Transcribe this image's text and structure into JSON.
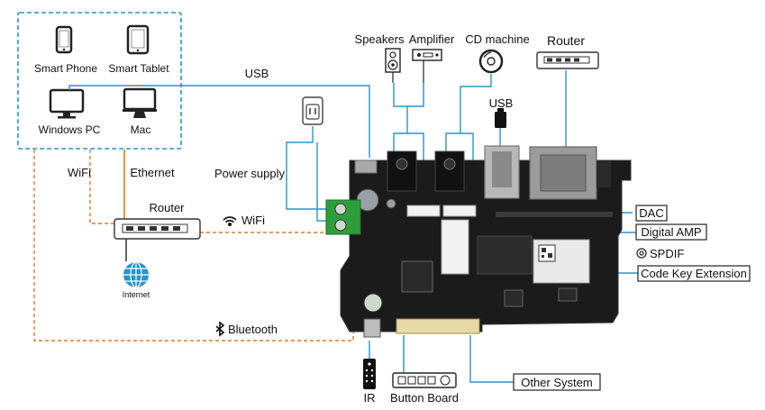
{
  "devices": {
    "smart_phone": "Smart Phone",
    "smart_tablet": "Smart Tablet",
    "windows_pc": "Windows PC",
    "mac": "Mac"
  },
  "links": {
    "usb_host": "USB",
    "wifi_left": "WiFi",
    "ethernet": "Ethernet",
    "wifi_router": "WiFi",
    "bluetooth": "Bluetooth",
    "power_supply": "Power supply"
  },
  "router_left": {
    "label": "Router",
    "internet": "Internet"
  },
  "top_peripherals": {
    "speakers": "Speakers",
    "amplifier": "Amplifier",
    "cd_machine": "CD machine",
    "usb": "USB",
    "router": "Router"
  },
  "callouts": {
    "dac": "DAC",
    "digital_amp": "Digital AMP",
    "spdif": "SPDIF",
    "code_key_extension": "Code Key Extension",
    "other_system": "Other System"
  },
  "bottom": {
    "ir": "IR",
    "button_board": "Button Board"
  },
  "colors": {
    "blue_line": "#2a93c9",
    "orange_dash": "#e07a2b",
    "board": "#1b1b1b",
    "terminal_green": "#2e9e3a"
  }
}
